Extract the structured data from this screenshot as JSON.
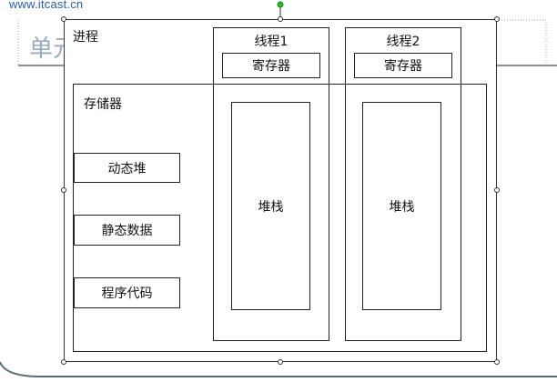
{
  "header": {
    "site_url": "www.itcast.cn",
    "slide_title_partial": "单元"
  },
  "diagram": {
    "process_label": "进程",
    "memory_label": "存储器",
    "memory_items": [
      "动态堆",
      "静态数据",
      "程序代码"
    ],
    "threads": [
      {
        "label": "线程1",
        "register_label": "寄存器",
        "stack_label": "堆栈"
      },
      {
        "label": "线程2",
        "register_label": "寄存器",
        "stack_label": "堆栈"
      }
    ]
  },
  "colors": {
    "site_url": "#1f5fb0",
    "title_faded": "#98aac2",
    "rotate_handle": "#22c222",
    "frame_curve": "#5a6b7d",
    "dotted_guide": "#a0a8b4"
  }
}
